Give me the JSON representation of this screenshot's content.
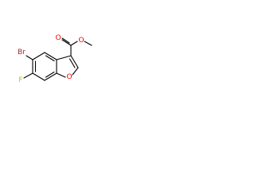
{
  "molecule": {
    "labels": {
      "fluorine": "F",
      "bromine": "Br",
      "furan_oxygen": "O",
      "carbonyl_oxygen": "O",
      "ester_oxygen": "O"
    },
    "colors": {
      "fluorine": "#9acd32",
      "bromine": "#a52a2a",
      "oxygen": "#ff0000",
      "bond": "#000000"
    }
  }
}
